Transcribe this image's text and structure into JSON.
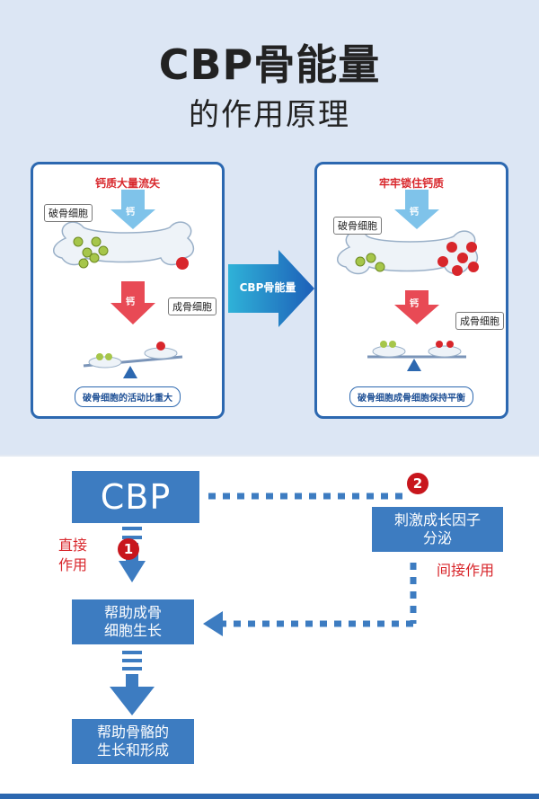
{
  "header": {
    "title": "CBP骨能量",
    "subtitle": "的作用原理"
  },
  "panel_left": {
    "title": "钙质大量流失",
    "label_osteoclast": "破骨细胞",
    "label_osteoblast": "成骨细胞",
    "footer": "破骨细胞的活动比重大",
    "calcium_glyph": "钙"
  },
  "panel_right": {
    "title": "牢牢锁住钙质",
    "label_osteoclast": "破骨细胞",
    "label_osteoblast": "成骨细胞",
    "footer": "破骨细胞成骨细胞保持平衡",
    "calcium_glyph": "钙"
  },
  "center_arrow": {
    "label": "CBP骨能量"
  },
  "flow": {
    "cbp": "CBP",
    "direct_label_line1": "直接",
    "direct_label_line2": "作用",
    "step1": "1",
    "help_line1": "帮助成骨",
    "help_line2": "细胞生长",
    "bone_line1": "帮助骨骼的",
    "bone_line2": "生长和形成",
    "step2": "2",
    "factor_line1": "刺激成长因子",
    "factor_line2": "分泌",
    "indirect_label": "间接作用"
  },
  "colors": {
    "background_top": "#dce6f4",
    "accent_blue": "#3d7cc1",
    "accent_red": "#d8262b",
    "frame_blue": "#2c68b0"
  }
}
